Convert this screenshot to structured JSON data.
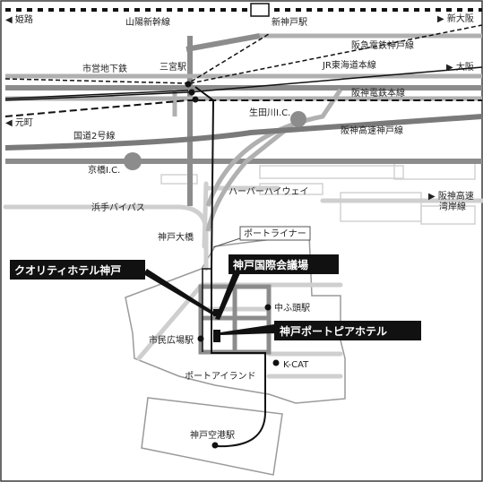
{
  "map": {
    "colors": {
      "background": "#ffffff",
      "border": "#3a3a3a",
      "road_main": "#8c8c8c",
      "road_light": "#cfcfcf",
      "railway": "#111111",
      "expressway": "#7f7f7f",
      "district": "#8a8a8a",
      "callout_bg": "#111111",
      "callout_text": "#ffffff"
    },
    "directions": {
      "himeji": "◀ 姫路",
      "shin_osaka": "▶ 新大阪",
      "osaka": "▶ 大阪",
      "motomachi": "◀ 元町",
      "hanshin_wangan_1": "▶ 阪神高速",
      "hanshin_wangan_2": "湾岸線"
    },
    "lines": {
      "sanyo_shinkansen": "山陽新幹線",
      "shin_kobe_station": "新神戸駅",
      "hankyu": "阪急電鉄神戸線",
      "subway": "市営地下鉄",
      "sannomiya": "三宮駅",
      "jr_tokaido": "JR東海道本線",
      "hanshin_railway": "阪神電鉄本線",
      "ikutagawa_ic": "生田川I.C.",
      "hanshin_kobe_line": "阪神高速神戸線",
      "route2": "国道2号線",
      "kyobashi_ic": "京橋I.C.",
      "harbor_highway": "ハーバーハイウェイ",
      "hamate_bypass": "浜手バイパス",
      "kobe_ohashi": "神戸大橋",
      "port_liner": "ポートライナー",
      "nakafuto": "中ふ頭駅",
      "shimin_hiroba": "市民広場駅",
      "kcat": "K-CAT",
      "port_island": "ポートアイランド",
      "kobe_airport": "神戸空港駅"
    },
    "callouts": {
      "quality_hotel": "クオリティホテル神戸",
      "kobe_convention": "神戸国際会議場",
      "portopia_hotel": "神戸ポートピアホテル"
    }
  }
}
